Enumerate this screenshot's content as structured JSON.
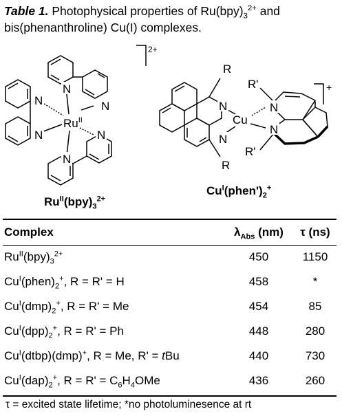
{
  "caption": {
    "lead": "Table 1.",
    "text_a": " Photophysical properties of Ru(bpy)",
    "sub_a": "3",
    "sup_a": "2+",
    "text_b": " and bis(phenanthroline) Cu(I) complexes."
  },
  "structures": {
    "ru": {
      "charge": "2+",
      "atoms": {
        "n": "N",
        "ru": "Ru",
        "ru_ox": "II"
      },
      "label": {
        "base": "Ru",
        "ox": "II",
        "ligand": "(bpy)",
        "sub": "3",
        "sup": "2+"
      }
    },
    "cu": {
      "charge": "+",
      "atoms": {
        "n": "N",
        "cu": "Cu",
        "r": "R",
        "r_prime": "R'"
      },
      "label": {
        "base": "Cu",
        "ox": "I",
        "ligand": "(phen')",
        "sub": "2",
        "sup": "+"
      }
    }
  },
  "table": {
    "headers": {
      "complex": "Complex",
      "abs_symbol": "λ",
      "abs_sub": "Abs",
      "abs_unit": " (nm)",
      "tau": "τ (ns)"
    },
    "rows": [
      {
        "metal": "Ru",
        "ox": "II",
        "ligand": "(bpy)",
        "sub": "3",
        "sup": "2+",
        "subst": "",
        "abs": "450",
        "tau": "1150"
      },
      {
        "metal": "Cu",
        "ox": "I",
        "ligand": "(phen)",
        "sub": "2",
        "sup": "+",
        "subst": ", R = R' = H",
        "abs": "458",
        "tau": "*"
      },
      {
        "metal": "Cu",
        "ox": "I",
        "ligand": "(dmp)",
        "sub": "2",
        "sup": "+",
        "subst": ", R = R' = Me",
        "abs": "454",
        "tau": "85"
      },
      {
        "metal": "Cu",
        "ox": "I",
        "ligand": "(dpp)",
        "sub": "2",
        "sup": "+",
        "subst": ", R = R' = Ph",
        "abs": "448",
        "tau": "280"
      },
      {
        "metal": "Cu",
        "ox": "I",
        "ligand": "(dtbp)(dmp)",
        "sub": "",
        "sup": "+",
        "subst": ", R = Me, R' = ",
        "subst_italic": "t",
        "subst_tail": "Bu",
        "abs": "440",
        "tau": "730"
      },
      {
        "metal": "Cu",
        "ox": "I",
        "ligand": "(dap)",
        "sub": "2",
        "sup": "+",
        "subst": ", R = R' = C",
        "subst_sub1": "6",
        "subst_mid": "H",
        "subst_sub2": "4",
        "subst_end": "OMe",
        "abs": "436",
        "tau": "260"
      }
    ]
  },
  "footnote": "τ = excited state lifetime; *no photoluminesence at rt"
}
